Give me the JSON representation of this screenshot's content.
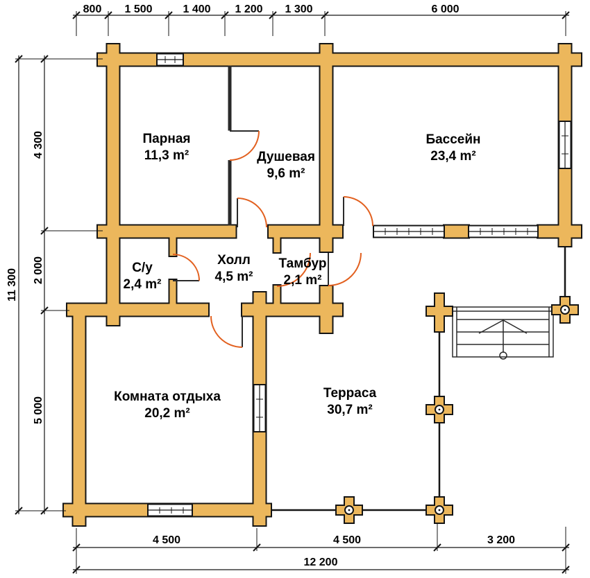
{
  "colors": {
    "wall_fill": "#ECB75C",
    "outline": "#141414",
    "door_arc": "#E2601F",
    "text": "#000000"
  },
  "rooms": [
    {
      "name": "Парная",
      "area": "11,3 m²"
    },
    {
      "name": "Душевая",
      "area": "9,6 m²"
    },
    {
      "name": "Бассейн",
      "area": "23,4 m²"
    },
    {
      "name": "С/у",
      "area": "2,4 m²"
    },
    {
      "name": "Холл",
      "area": "4,5 m²"
    },
    {
      "name": "Тамбур",
      "area": "2,1 m²"
    },
    {
      "name": "Комната отдыха",
      "area": "20,2 m²"
    },
    {
      "name": "Терраса",
      "area": "30,7 m²"
    }
  ],
  "dimensions": {
    "top": [
      "800",
      "1 500",
      "1 400",
      "1 200",
      "1 300",
      "6 000"
    ],
    "left": [
      "4 300",
      "2 000",
      "5 000"
    ],
    "left_total": "11 300",
    "bottom": [
      "4 500",
      "4 500",
      "3 200"
    ],
    "bottom_total": "12 200"
  }
}
